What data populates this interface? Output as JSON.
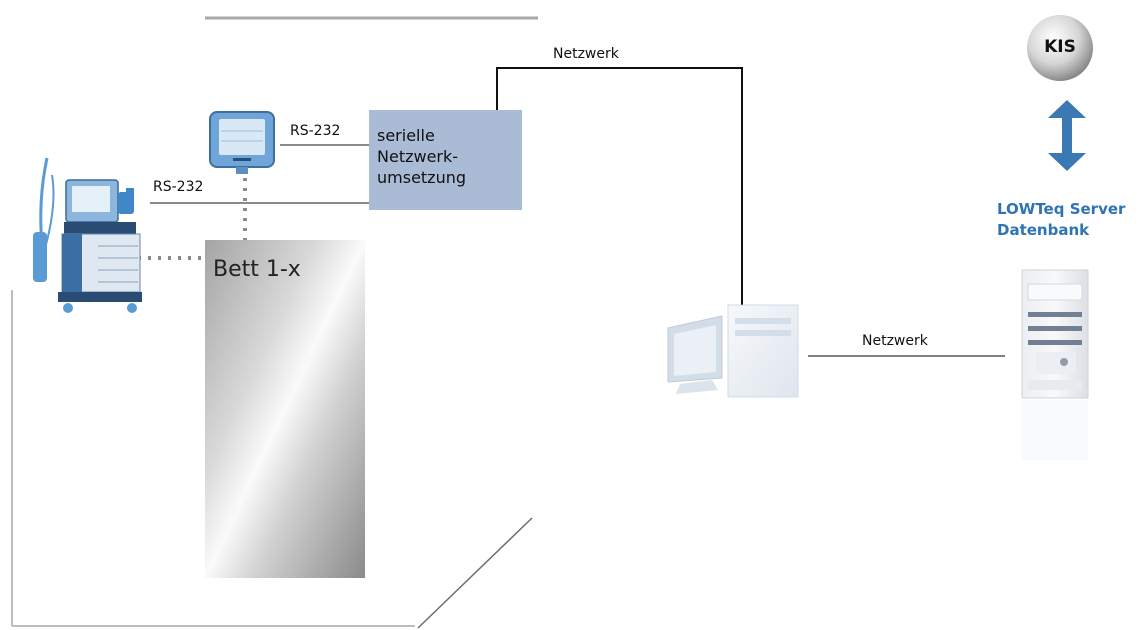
{
  "labels": {
    "network_top": "Netzwerk",
    "network_bottom": "Netzwerk",
    "rs232_monitor": "RS-232",
    "rs232_ventilator": "RS-232",
    "converter_line1": "serielle",
    "converter_line2": "Netzwerk-",
    "converter_line3": "umsetzung",
    "bed": "Bett 1-x",
    "server_line1": "LOWTeq Server",
    "server_line2": "Datenbank",
    "kis": "KIS"
  },
  "icons": {
    "monitor": "patient-monitor-icon",
    "ventilator": "anesthesia-machine-icon",
    "workstation": "desktop-computer-icon",
    "server": "server-tower-icon",
    "kis": "kis-sphere-icon",
    "link": "double-arrow-icon"
  },
  "colors": {
    "converter_box": "#a9bbd5",
    "server_label": "#2e74b5",
    "arrow": "#3b79b4",
    "device_blue": "#5b9bd5"
  }
}
